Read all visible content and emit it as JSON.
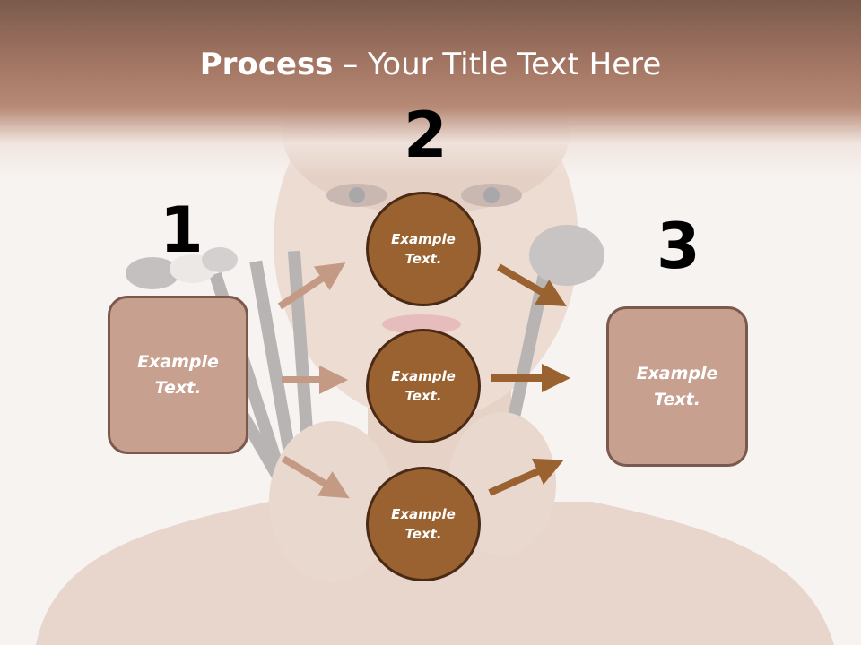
{
  "title": {
    "bold": "Process",
    "rest": " – Your Title Text Here"
  },
  "steps": [
    {
      "number": "1",
      "text": "Example Text."
    },
    {
      "number": "2",
      "text": "Example Text."
    },
    {
      "number": "3",
      "text": "Example Text."
    }
  ],
  "circles": [
    {
      "text": "Example Text."
    },
    {
      "text": "Example Text."
    },
    {
      "text": "Example Text."
    }
  ],
  "colors": {
    "header": "#a27563",
    "box_fill": "#c7a090",
    "circle_fill": "#9a6230",
    "arrow_left": "#c49a84",
    "arrow_right": "#9a6230"
  }
}
